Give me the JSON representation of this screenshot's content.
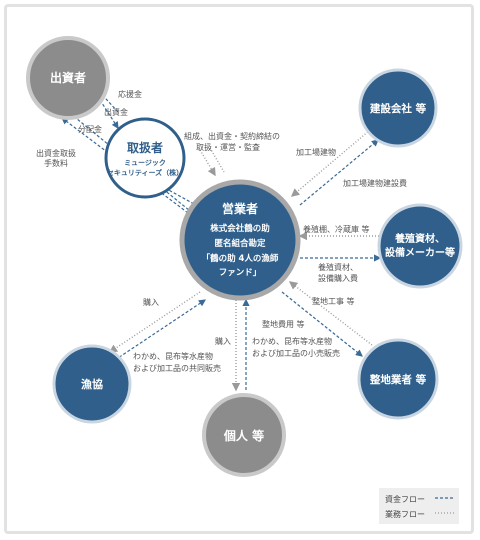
{
  "nodes": {
    "investor": "出資者",
    "handler": {
      "title": "取扱者",
      "sub1": "ミュージック",
      "sub2": "セキュリティーズ（株）"
    },
    "center": {
      "title": "営業者",
      "line1": "株式会社鶴の助",
      "line2": "匿名組合勘定",
      "line3": "「鶴の助 4人の漁師",
      "line4": "ファンド」"
    },
    "construction": "建設会社 等",
    "supplier": {
      "line1": "養殖資材、",
      "line2": "設備メーカー等"
    },
    "land": "整地業者 等",
    "individual": "個人 等",
    "fishery": "漁協"
  },
  "labels": {
    "ouenkin": "応援金",
    "shusshikin": "出資金",
    "bunpaikin": "分配金",
    "fee1": "出資金取扱",
    "fee2": "手数料",
    "setup1": "組成、出資金・契約締結の",
    "setup2": "取扱・運営・監査",
    "factory_bldg": "加工場建物",
    "factory_cost": "加工場建物建設費",
    "rafts": "養殖棚、冷蔵庫 等",
    "materials1": "養殖資材、",
    "materials2": "設備購入費",
    "leveling": "整地工事 等",
    "leveling_cost": "整地費用 等",
    "purchase_left": "購入",
    "purchase_mid": "購入",
    "retail1": "わかめ、昆布等水産物",
    "retail2": "および加工品の小売販売",
    "joint1": "わかめ、昆布等水産物",
    "joint2": "および加工品の共同販売"
  },
  "legend": {
    "fund": "資金フロー",
    "business": "業務フロー"
  },
  "colors": {
    "blue": "#2f5f8a",
    "gray": "#8c8c8c",
    "fund_line": "#3a6a96",
    "business_line": "#a8a8a8"
  }
}
